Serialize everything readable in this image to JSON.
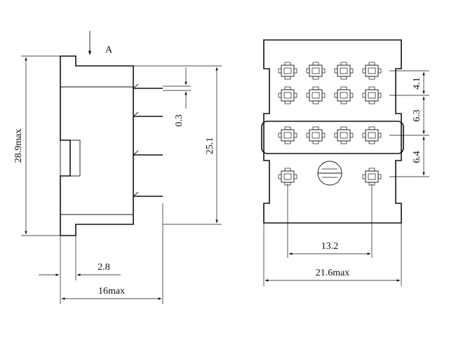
{
  "side_view": {
    "view_arrow_label": "A",
    "dim_height_max": "28.9max",
    "dim_pin_offset": "0.3",
    "dim_height": "25.1",
    "dim_step": "2.8",
    "dim_width_max": "16max"
  },
  "top_view": {
    "dim_row_1": "4.1",
    "dim_row_2": "6.3",
    "dim_row_3": "6.4",
    "dim_pin_span": "13.2",
    "dim_width_max": "21.6max"
  },
  "colors": {
    "line": "#111111",
    "background": "#ffffff"
  }
}
